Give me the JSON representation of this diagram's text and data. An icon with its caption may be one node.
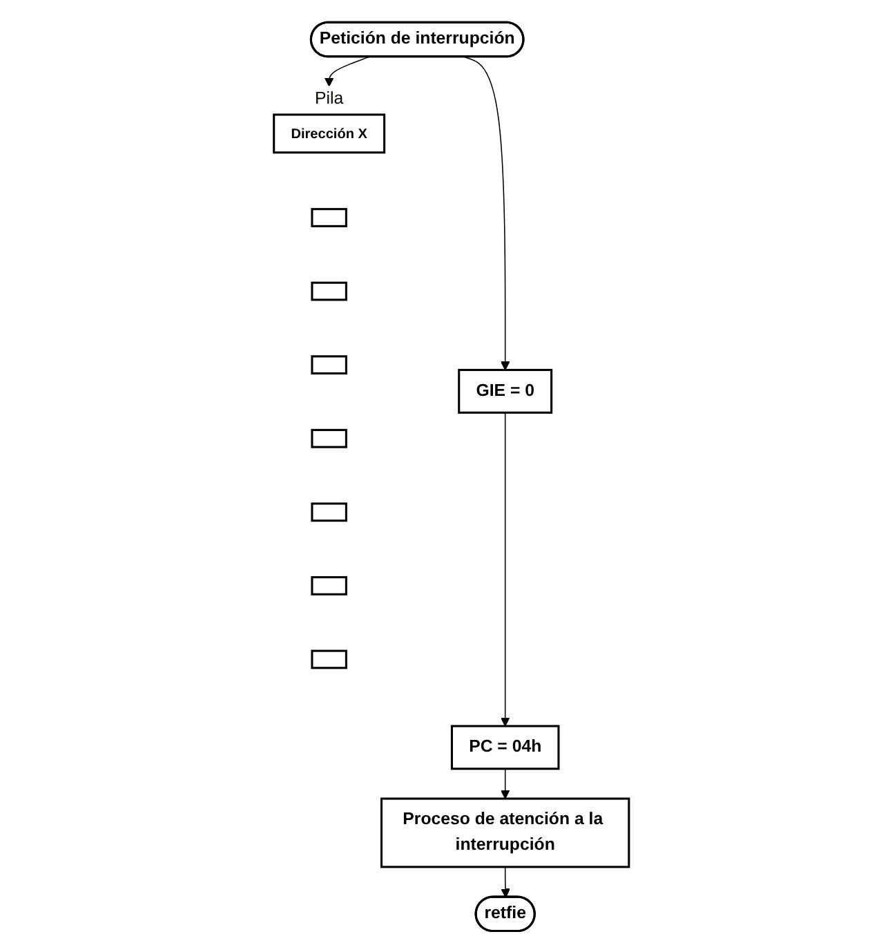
{
  "diagram": {
    "nodes": [
      {
        "text": [
          "Petición de interrupción"
        ]
      },
      {
        "text": [
          "GIE = 0"
        ]
      },
      {
        "text": [
          "PC = 04h"
        ]
      },
      {
        "text": [
          "Proceso de atención a la interrupción"
        ]
      },
      {
        "text": [
          "retfie"
        ]
      },
      {
        "text": [
          "Pila"
        ]
      },
      {
        "text": [
          "Dirección X"
        ],
        "in": 5
      },
      {
        "text": [],
        "shape": "box",
        "in": 5
      },
      {
        "text": [],
        "shape": "box",
        "in": 5
      },
      {
        "text": [],
        "shape": "box",
        "in": 5
      },
      {
        "text": [],
        "shape": "box",
        "in": 5
      },
      {
        "text": [],
        "shape": "box",
        "in": 5
      },
      {
        "text": [],
        "shape": "box",
        "in": 5
      },
      {
        "text": [],
        "shape": "box",
        "in": 5
      }
    ],
    "edges": [
      {
        "from": 0,
        "to": 1,
        "arrow": "to"
      },
      {
        "from": 1,
        "to": 2,
        "arrow": "to"
      },
      {
        "from": 2,
        "to": 3,
        "arrow": "to"
      },
      {
        "from": 3,
        "to": 4,
        "arrow": "to"
      },
      {
        "from": 0,
        "to": 5,
        "arrow": "to"
      }
    ]
  }
}
